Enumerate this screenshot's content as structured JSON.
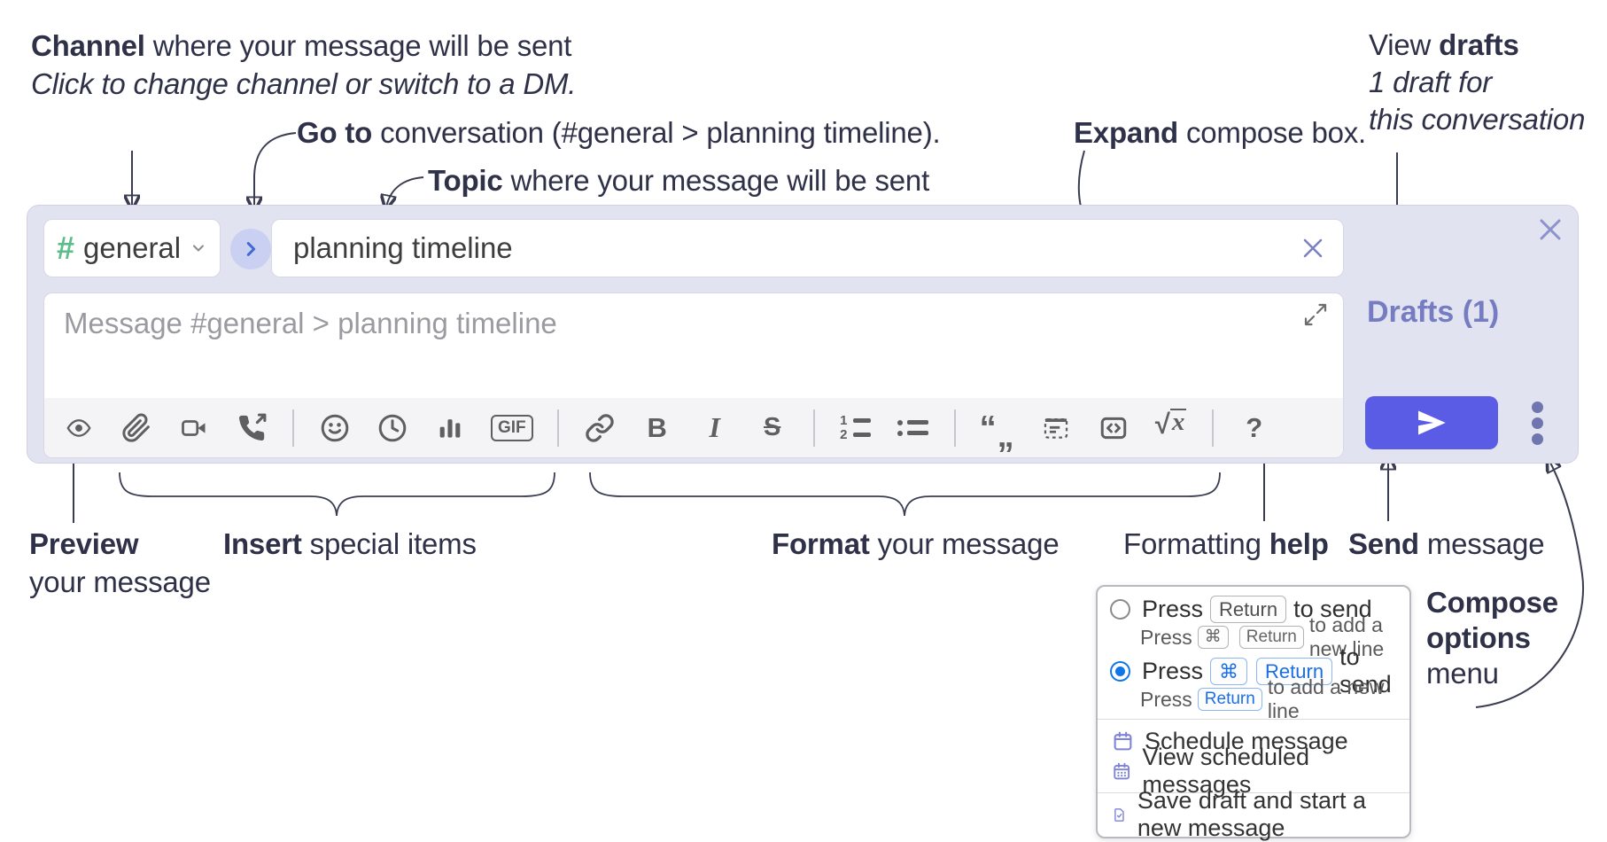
{
  "annotations": {
    "channel": {
      "line1_bold": "Channel",
      "line1_rest": " where your message will be sent",
      "line2_italic": "Click to change channel or switch to a DM."
    },
    "goto": {
      "bold": "Go to",
      "rest": " conversation (#general > planning timeline)."
    },
    "topic": {
      "bold": "Topic",
      "rest": " where your message will be sent"
    },
    "expand": {
      "bold": "Expand",
      "rest": " compose box."
    },
    "view_drafts": {
      "line1_pre": "View ",
      "line1_bold": "drafts",
      "line2_italic": "1 draft for",
      "line3_italic": "this conversation"
    },
    "preview": {
      "line1_bold": "Preview",
      "line2": "your message"
    },
    "insert": {
      "bold": "Insert",
      "rest": " special items"
    },
    "format": {
      "bold": "Format",
      "rest": " your message"
    },
    "formatting_help": {
      "pre": "Formatting ",
      "bold": "help"
    },
    "send": {
      "bold": "Send",
      "rest": " message"
    },
    "compose_options": {
      "line1_bold": "Compose",
      "line2_bold": "options",
      "line3": "menu"
    }
  },
  "compose": {
    "channel": {
      "hash": "#",
      "name": "general"
    },
    "topic_value": "planning timeline",
    "message_placeholder": "Message #general > planning timeline",
    "drafts_label": "Drafts (1)"
  },
  "toolbar": {
    "gif": "GIF",
    "bold": "B",
    "italic": "I",
    "strike": "S",
    "num1": "1",
    "num2": "2",
    "quote_open": "“",
    "quote_close": "„",
    "sqrt": "√",
    "x": "x",
    "help": "?"
  },
  "menu": {
    "option1": {
      "press": "Press",
      "kbd_return": "Return",
      "rest": "to send",
      "sub_press": "Press",
      "sub_kbd_cmd": "⌘",
      "sub_kbd_return": "Return",
      "sub_rest": "to add a new line"
    },
    "option2": {
      "press": "Press",
      "kbd_cmd": "⌘",
      "kbd_return": "Return",
      "rest": "to send",
      "sub_press": "Press",
      "sub_kbd_return": "Return",
      "sub_rest": "to add a new line"
    },
    "schedule": "Schedule message",
    "view_scheduled": "View scheduled messages",
    "save_draft": "Save draft and start a new message"
  },
  "colors": {
    "compose_background": "#e2e3f0",
    "send_button": "#5b5ce6",
    "drafts_link": "#767cc2",
    "channel_hash_green": "#5dbd8a",
    "goto_circle": "#c9d0f1",
    "annotation_text": "#2e3147",
    "toolbar_icon": "#5f5f5f",
    "selected_radio_blue": "#0f76e8",
    "menu_icon_purple": "#7e82d8"
  }
}
